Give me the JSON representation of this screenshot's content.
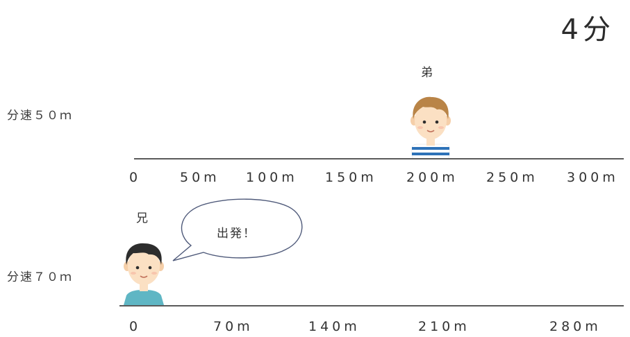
{
  "time": "4分",
  "brother_younger": {
    "name": "弟",
    "speed": "分速５０ｍ",
    "ticks": [
      "0",
      "50m",
      "100m",
      "150m",
      "200m",
      "250m",
      "300m"
    ]
  },
  "brother_older": {
    "name": "兄",
    "speed": "分速７０ｍ",
    "speech": "出発！",
    "ticks": [
      "0",
      "70m",
      "140m",
      "210m",
      "280m"
    ]
  },
  "colors": {
    "line": "#5a5a5a",
    "hair_younger": "#b98447",
    "hair_older": "#2d2d2d",
    "skin": "#fbe0c3",
    "shirt_younger_stripe": "#2e72b8",
    "shirt_older": "#5fb6c4"
  }
}
